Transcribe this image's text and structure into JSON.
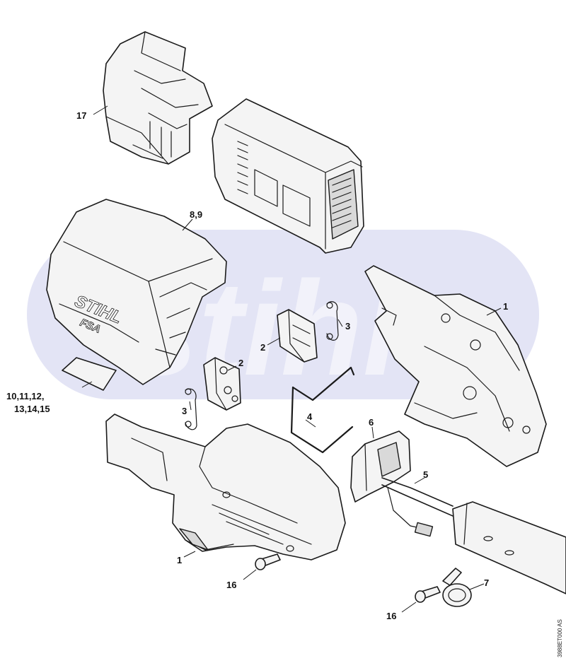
{
  "diagram": {
    "callouts": [
      {
        "id": "c17",
        "text": "17"
      },
      {
        "id": "c89",
        "text": "8,9"
      },
      {
        "id": "c1a",
        "text": "1"
      },
      {
        "id": "c3a",
        "text": "3"
      },
      {
        "id": "c2a",
        "text": "2"
      },
      {
        "id": "c2b",
        "text": "2"
      },
      {
        "id": "c3b",
        "text": "3"
      },
      {
        "id": "c10a",
        "text": "10,11,12,"
      },
      {
        "id": "c10b",
        "text": "13,14,15"
      },
      {
        "id": "c4",
        "text": "4"
      },
      {
        "id": "c6",
        "text": "6"
      },
      {
        "id": "c5",
        "text": "5"
      },
      {
        "id": "c1b",
        "text": "1"
      },
      {
        "id": "c16a",
        "text": "16"
      },
      {
        "id": "c7",
        "text": "7"
      },
      {
        "id": "c16b",
        "text": "16"
      }
    ],
    "brand_text": "STIHL",
    "model_text": "FSA",
    "watermark_text": "stihl",
    "document_id": "3988ET000 AS"
  },
  "colors": {
    "line": "#1a1a1a",
    "part_fill": "#f4f4f4",
    "watermark": "#d9dbf2"
  }
}
